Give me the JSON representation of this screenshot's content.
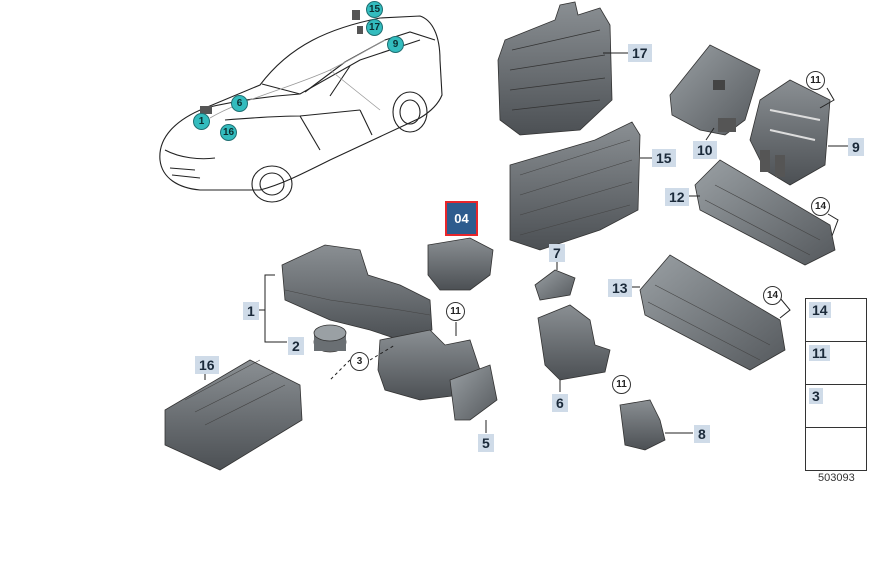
{
  "highlight": {
    "label": "04"
  },
  "car_callouts": [
    "15",
    "17",
    "9",
    "6",
    "1",
    "16"
  ],
  "part_labels": {
    "p1": "1",
    "p2": "2",
    "p3": "3",
    "p5": "5",
    "p6": "6",
    "p7": "7",
    "p8": "8",
    "p9": "9",
    "p10": "10",
    "p12": "12",
    "p13": "13",
    "p15": "15",
    "p16": "16",
    "p17": "17"
  },
  "circle_callouts": {
    "c11a": "11",
    "c11b": "11",
    "c11c": "11",
    "c14a": "14",
    "c14b": "14",
    "c3": "3"
  },
  "legend": [
    "14",
    "11",
    "3"
  ],
  "diagram_id": "503093",
  "colors": {
    "highlight_border": "#e8262b",
    "highlight_fill": "#2e5c8e",
    "label_bg": "#cfdbe8",
    "callout_teal": "#33bcbe",
    "part_gray": "#6f7478"
  }
}
